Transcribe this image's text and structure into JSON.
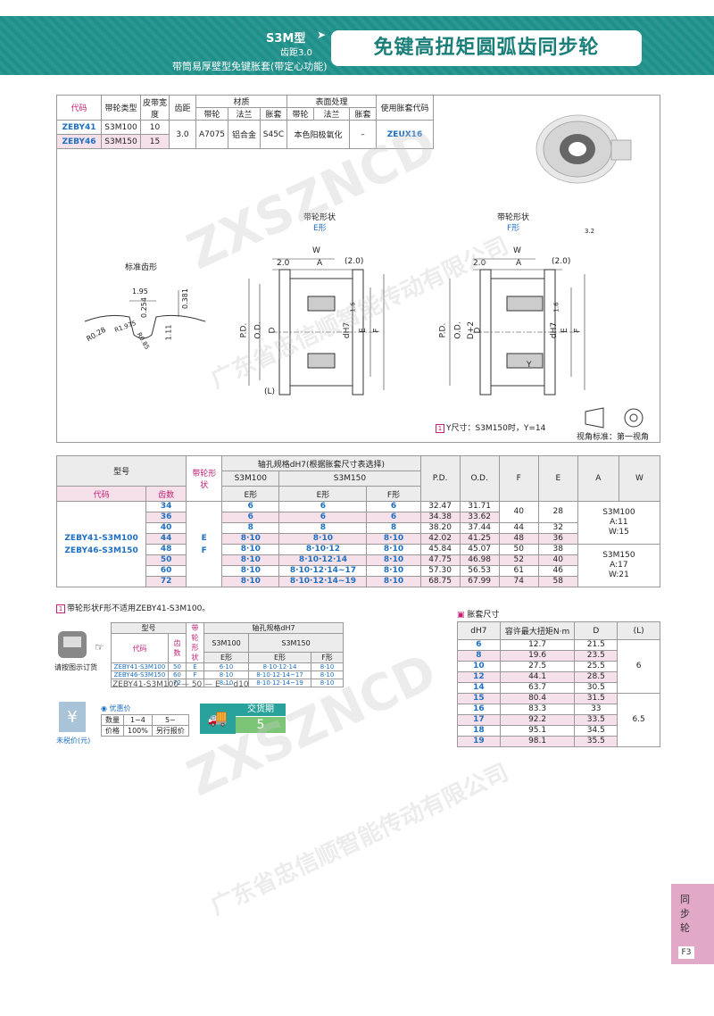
{
  "header": {
    "series": "S3M型",
    "pitch": "齿距3.0",
    "subtitle": "带筒易厚壁型免键胀套(带定心功能)",
    "title": "免键高扭矩圆弧齿同步轮"
  },
  "spec_table": {
    "h_code": "代码",
    "h_type": "带轮类型",
    "h_width": "皮带宽度",
    "h_pitch": "齿距",
    "h_material": "材质",
    "h_surface": "表面处理",
    "h_bushing": "使用胀套代码",
    "sub": [
      "带轮",
      "法兰",
      "胀套",
      "带轮",
      "法兰",
      "胀套"
    ],
    "rows": [
      {
        "code": "ZEBY41",
        "type": "S3M100",
        "width": "10"
      },
      {
        "code": "ZEBY46",
        "type": "S3M150",
        "width": "15"
      }
    ],
    "pitch": "3.0",
    "mat_pulley": "A7075",
    "mat_flange": "铝合金",
    "mat_bushing": "S45C",
    "surface": "本色阳极氧化",
    "surface_bushing": "–",
    "bushing_code": "ZEUX16"
  },
  "drawing": {
    "std_tooth": "标准齿形",
    "shape_e_title": "带轮形状",
    "shape_e": "E形",
    "shape_f_title": "带轮形状",
    "shape_f": "F形",
    "dim_195": "1.95",
    "dim_0381": "0.381",
    "dim_0254": "0.254",
    "dim_r028": "R0.28",
    "dim_r1975": "R1.975",
    "dim_r085": "R0.85",
    "dim_111": "1.11",
    "dim_20": "2.0",
    "dim_20p": "(2.0)",
    "lbl_w": "W",
    "lbl_a": "A",
    "lbl_pd": "P.D.",
    "lbl_od": "O.D.",
    "lbl_d": "D",
    "lbl_d2": "D+2",
    "lbl_dh": "dH7",
    "lbl_e": "E",
    "lbl_f": "F",
    "lbl_l": "(L)",
    "lbl_y": "Y",
    "roughness": "1.6",
    "roughness_top": "3.2",
    "y_note": "Y尺寸：S3M150时，Y=14",
    "view_note": "视角标准：第一视角"
  },
  "main_table": {
    "h_model": "型号",
    "h_code": "代码",
    "h_teeth": "齿数",
    "h_shape": "带轮形状",
    "h_shaft": "轴孔规格dH7(根据胀套尺寸表选择)",
    "h_s3m100": "S3M100",
    "h_s3m150": "S3M150",
    "h_e1": "E形",
    "h_e2": "E形",
    "h_f": "F形",
    "h_pd": "P.D.",
    "h_od": "O.D.",
    "h_fcol": "F",
    "h_ecol": "E",
    "h_a": "A",
    "h_w": "W",
    "code1": "ZEBY41-S3M100",
    "code2": "ZEBY46-S3M150",
    "shape1": "E",
    "shape2": "F",
    "aw1": "S3M100\nA:11\nW:15",
    "aw2": "S3M150\nA:17\nW:21",
    "rows": [
      {
        "teeth": "34",
        "c1": "6",
        "c2": "6",
        "c3": "6",
        "pd": "32.47",
        "od": "31.71",
        "f": "40",
        "e": "28"
      },
      {
        "teeth": "36",
        "c1": "6",
        "c2": "6",
        "c3": "6",
        "pd": "34.38",
        "od": "33.62",
        "f": "",
        "e": ""
      },
      {
        "teeth": "40",
        "c1": "8",
        "c2": "8",
        "c3": "8",
        "pd": "38.20",
        "od": "37.44",
        "f": "44",
        "e": "32"
      },
      {
        "teeth": "44",
        "c1": "8·10",
        "c2": "8·10",
        "c3": "8·10",
        "pd": "42.02",
        "od": "41.25",
        "f": "48",
        "e": "36"
      },
      {
        "teeth": "48",
        "c1": "8·10",
        "c2": "8·10·12",
        "c3": "8·10",
        "pd": "45.84",
        "od": "45.07",
        "f": "50",
        "e": "38"
      },
      {
        "teeth": "50",
        "c1": "8·10",
        "c2": "8·10·12·14",
        "c3": "8·10",
        "pd": "47.75",
        "od": "46.98",
        "f": "52",
        "e": "40"
      },
      {
        "teeth": "60",
        "c1": "8·10",
        "c2": "8·10·12·14~17",
        "c3": "8·10",
        "pd": "57.30",
        "od": "56.53",
        "f": "61",
        "e": "46"
      },
      {
        "teeth": "72",
        "c1": "8·10",
        "c2": "8·10·12·14~19",
        "c3": "8·10",
        "pd": "68.75",
        "od": "67.99",
        "f": "74",
        "e": "58"
      }
    ]
  },
  "notes": {
    "shape_note": "带轮形状F形不适用ZEBY41-S3M100。",
    "order_by_figure": "请按图示订货",
    "order_example": "ZEBY41-S3M100 — 50 — E — d10",
    "discount": "优惠价",
    "untaxed": "未税价(元)",
    "delivery_label": "交货期",
    "delivery_days": "5",
    "bushing_title": "胀套尺寸"
  },
  "order_table": {
    "h_model": "型号",
    "h_teeth": "齿数",
    "h_shape": "带轮形状",
    "h_shaft": "轴孔规格dH7",
    "h_s3m100": "S3M100",
    "h_s3m150": "S3M150",
    "h_code": "代码",
    "h_e1": "E形",
    "h_e2": "E形",
    "h_f": "F形",
    "rows": [
      {
        "code": "ZEBY41-S3M100",
        "teeth": "50",
        "shape": "E",
        "c1": "6·10",
        "c2": "8·10·12·14",
        "c3": "8·10"
      },
      {
        "code": "ZEBY46-S3M150",
        "teeth": "60",
        "shape": "F",
        "c1": "8·10",
        "c2": "8·10·12·14~17",
        "c3": "8·10"
      },
      {
        "code": "",
        "teeth": "72",
        "shape": "",
        "c1": "8·10",
        "c2": "8·10·12·14~19",
        "c3": "8·10"
      }
    ]
  },
  "price_table": {
    "qty_label": "数量",
    "qty1": "1~4",
    "qty2": "5~",
    "price_label": "价格",
    "price1": "100%",
    "price2": "另行报价"
  },
  "torque_table": {
    "h_d": "dH7",
    "h_torque": "容许最大扭矩N·m",
    "h_dcol": "D",
    "h_l": "(L)",
    "rows": [
      {
        "d": "6",
        "t": "12.7",
        "D": "21.5",
        "l": ""
      },
      {
        "d": "8",
        "t": "19.6",
        "D": "23.5",
        "l": "6"
      },
      {
        "d": "10",
        "t": "27.5",
        "D": "25.5",
        "l": ""
      },
      {
        "d": "12",
        "t": "44.1",
        "D": "28.5",
        "l": ""
      },
      {
        "d": "14",
        "t": "63.7",
        "D": "30.5",
        "l": ""
      },
      {
        "d": "15",
        "t": "80.4",
        "D": "31.5",
        "l": ""
      },
      {
        "d": "16",
        "t": "83.3",
        "D": "33",
        "l": "6.5"
      },
      {
        "d": "17",
        "t": "92.2",
        "D": "33.5",
        "l": ""
      },
      {
        "d": "18",
        "t": "95.1",
        "D": "34.5",
        "l": ""
      },
      {
        "d": "19",
        "t": "98.1",
        "D": "35.5",
        "l": ""
      }
    ]
  },
  "side_tab": {
    "l1": "同",
    "l2": "步",
    "l3": "轮",
    "page": "F3"
  },
  "watermark": {
    "logo": "ZXSZNCD",
    "company": "广东省忠信顺智能传动有限公司"
  }
}
